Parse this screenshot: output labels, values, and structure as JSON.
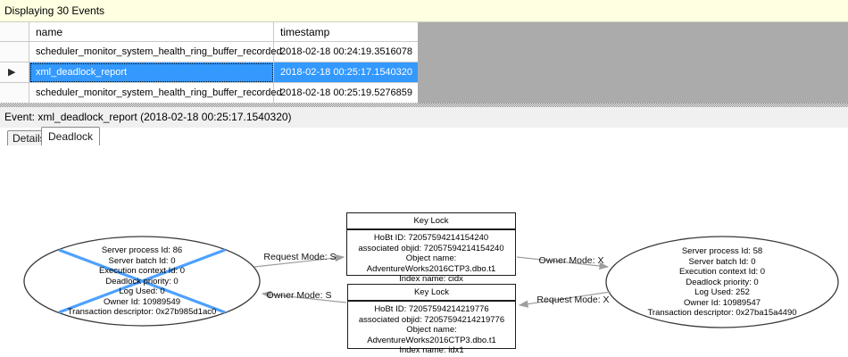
{
  "info_bar": {
    "text": "Displaying 30 Events"
  },
  "icons": {
    "selected_row_marker": "▶"
  },
  "events_table": {
    "columns": {
      "name": "name",
      "timestamp": "timestamp"
    },
    "rows": [
      {
        "name": "scheduler_monitor_system_health_ring_buffer_recorded",
        "timestamp": "2018-02-18 00:24:19.3516078",
        "selected": false
      },
      {
        "name": "xml_deadlock_report",
        "timestamp": "2018-02-18 00:25:17.1540320",
        "selected": true
      },
      {
        "name": "scheduler_monitor_system_health_ring_buffer_recorded",
        "timestamp": "2018-02-18 00:25:19.5276859",
        "selected": false
      }
    ]
  },
  "event_bar": {
    "text": "Event: xml_deadlock_report (2018-02-18 00:25:17.1540320)"
  },
  "tabs": [
    {
      "label": "Details",
      "active": false
    },
    {
      "label": "Deadlock",
      "active": true
    }
  ],
  "deadlock_graph": {
    "processes": [
      {
        "side": "left",
        "victim": true,
        "lines": [
          "Server process Id: 86",
          "Server batch Id: 0",
          "Execution context Id: 0",
          "Deadlock priority: 0",
          "Log Used: 0",
          "Owner Id: 10989549",
          "Transaction descriptor: 0x27b985d1ac0"
        ]
      },
      {
        "side": "right",
        "victim": false,
        "lines": [
          "Server process Id: 58",
          "Server batch Id: 0",
          "Execution context Id: 0",
          "Deadlock priority: 0",
          "Log Used: 252",
          "Owner Id: 10989547",
          "Transaction descriptor: 0x27ba15a4490"
        ]
      }
    ],
    "resources": [
      {
        "position": "top",
        "title": "Key Lock",
        "lines": [
          "HoBt ID: 72057594214154240",
          "associated objid: 72057594214154240",
          "Object name: AdventureWorks2016CTP3.dbo.t1",
          "Index name: cidx"
        ]
      },
      {
        "position": "bottom",
        "title": "Key Lock",
        "lines": [
          "HoBt ID: 72057594214219776",
          "associated objid: 72057594214219776",
          "Object name: AdventureWorks2016CTP3.dbo.t1",
          "Index name: idx1"
        ]
      }
    ],
    "edges": [
      {
        "label": "Request Mode: S",
        "from": "left-process",
        "to": "top-lock"
      },
      {
        "label": "Owner Mode: S",
        "from": "bottom-lock",
        "to": "left-process"
      },
      {
        "label": "Owner Mode: X",
        "from": "top-lock",
        "to": "right-process"
      },
      {
        "label": "Request Mode: X",
        "from": "right-process",
        "to": "bottom-lock"
      }
    ]
  },
  "colors": {
    "selection_blue": "#3399FF",
    "info_bar_yellow": "#FFFFE1",
    "victim_cross_blue": "#4DA1FF",
    "grid_backing_gray": "#ABABAB",
    "edge_gray": "#9E9E9E"
  }
}
